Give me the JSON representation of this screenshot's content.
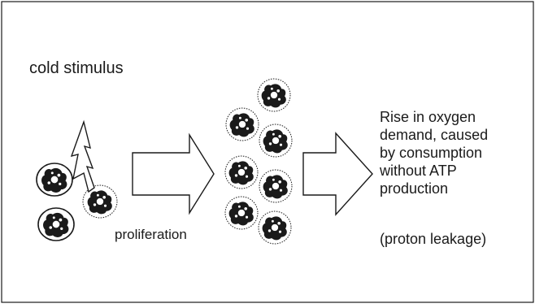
{
  "labels": {
    "stimulus": "cold stimulus",
    "process": "proliferation",
    "result_lines": [
      "Rise in oxygen",
      "demand, caused",
      "by consumption",
      "without ATP",
      "production"
    ],
    "note": "(proton leakage)"
  },
  "colors": {
    "line": "#1a1a1a",
    "background": "#ffffff"
  },
  "icons": {
    "stimulus": "lightning-bolt-icon",
    "cell": "brown-adipocyte-icon",
    "arrow": "block-arrow-right-icon"
  }
}
